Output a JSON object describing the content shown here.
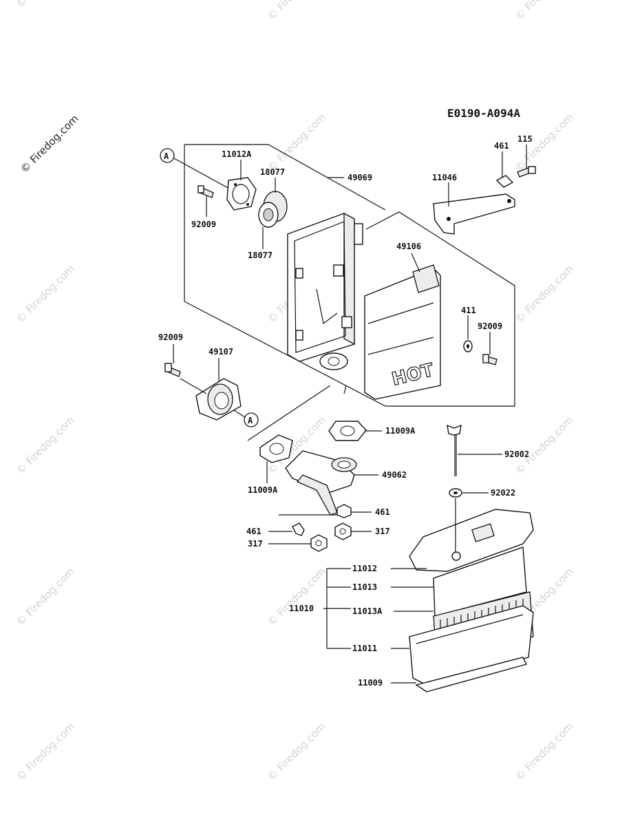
{
  "diagram_code": "E0190-A094A",
  "watermark_main": "© Firedog.com",
  "watermark": "© Firedog.com",
  "ref_marker": "A",
  "hot_label": "HOT",
  "labels": {
    "p11012A": "11012A",
    "p18077_top": "18077",
    "p18077_bottom": "18077",
    "p92009_left_top": "92009",
    "p49069": "49069",
    "p11046": "11046",
    "p461_top": "461",
    "p115": "115",
    "p49106": "49106",
    "p411": "411",
    "p92009_right": "92009",
    "p92009_left": "92009",
    "p49107": "49107",
    "p11009A_right": "11009A",
    "p11009A_left": "11009A",
    "p49062": "49062",
    "p92002": "92002",
    "p92022": "92022",
    "p461_mid": "461",
    "p461_left": "461",
    "p317_right": "317",
    "p317_left": "317",
    "p11012": "11012",
    "p11013": "11013",
    "p11010": "11010",
    "p11013A": "11013A",
    "p11011": "11011",
    "p11009": "11009"
  }
}
